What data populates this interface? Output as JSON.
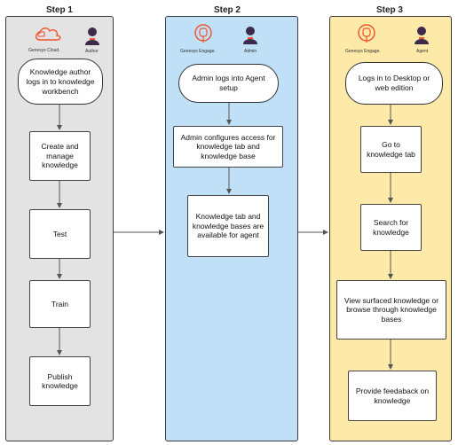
{
  "steps": [
    {
      "title": "Step 1",
      "brand": "Genesys Cloud.",
      "role": "Author",
      "start": "Knowledge author logs in to knowledge workbench",
      "boxes": [
        "Create and manage knowledge",
        "Test",
        "Train",
        "Publish knowledge"
      ]
    },
    {
      "title": "Step 2",
      "brand": "Genesys Engage.",
      "role": "Admin",
      "start": "Admin logs into Agent setup",
      "boxes": [
        "Admin configures access for knowledge tab and knowledge base",
        "Knowledge tab and knowledge bases are available for agent"
      ]
    },
    {
      "title": "Step 3",
      "brand": "Genesys Engage.",
      "role": "Agent",
      "start": "Logs in to Desktop or web edition",
      "boxes": [
        "Go to knowledge tab",
        "Search for knowledge",
        "View surfaced knowledge or browse through knowledge bases",
        "Provide feedaback on knowledge"
      ]
    }
  ],
  "colors": {
    "lane1": "#e3e3e3",
    "lane2": "#bfe0f6",
    "lane3": "#fde9a8",
    "brand_orange": "#f0522b",
    "avatar": "#3b2a4a"
  },
  "icons": {
    "cloud": "genesys-cloud-logo-icon",
    "engage": "genesys-engage-logo-icon",
    "person": "user-avatar-icon"
  }
}
